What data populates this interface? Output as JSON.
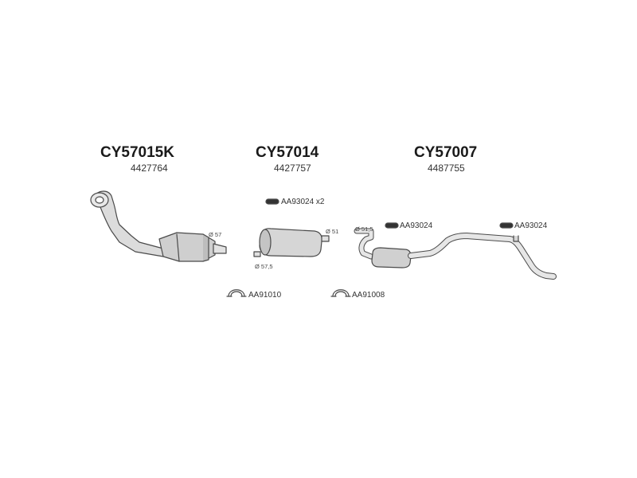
{
  "parts": [
    {
      "code": "CY57015K",
      "number": "4427764"
    },
    {
      "code": "CY57014",
      "number": "4427757"
    },
    {
      "code": "CY57007",
      "number": "4487755"
    }
  ],
  "accessories": {
    "clamp_1": "AA93024 x2",
    "clamp_2": "AA93024",
    "clamp_3": "AA93024",
    "ring_1": "AA91010",
    "ring_2": "AA91008"
  },
  "diameters": {
    "cat_outlet": "Ø 57",
    "mid_inlet": "Ø 57,5",
    "mid_outlet": "Ø 51",
    "rear_inlet": "Ø 51,5"
  },
  "colors": {
    "line": "#4a4a4a",
    "fill": "#d9d9d9",
    "fill_dark": "#bdbdbd",
    "text": "#1a1a1a"
  }
}
